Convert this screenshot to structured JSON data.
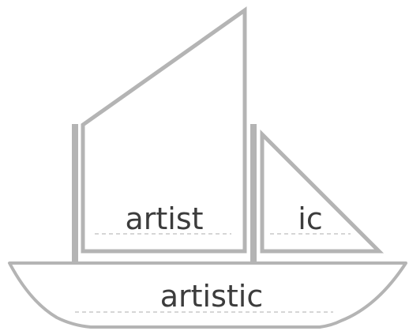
{
  "diagram": {
    "stroke_color": "#b4b4b4",
    "guide_color": "#c9c9c9",
    "text_color": "#3c3c3c",
    "background_color": "#ffffff",
    "words": {
      "base_word": "artist",
      "suffix": "ic",
      "result_word": "artistic"
    }
  }
}
